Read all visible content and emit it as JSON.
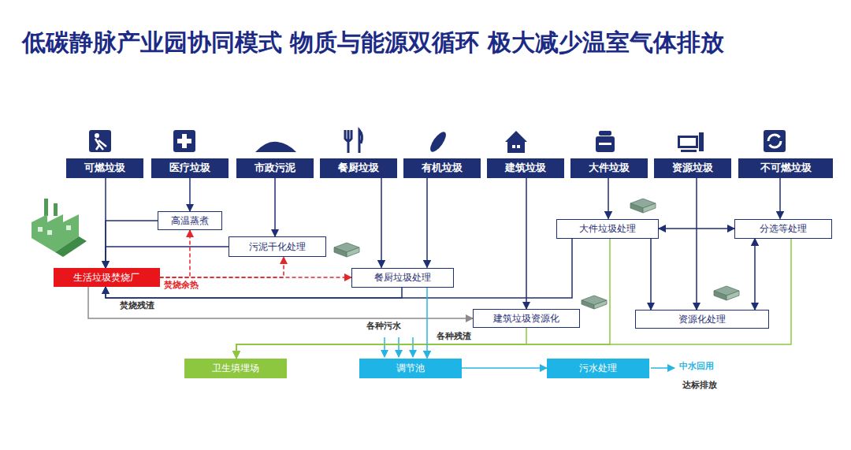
{
  "diagram": {
    "title": "低碳静脉产业园协同模式 物质与能源双循环 极大减少温室气体排放",
    "nodes": [
      {
        "text": [
          "可燃垃圾"
        ]
      },
      {
        "text": [
          "医疗垃圾"
        ]
      },
      {
        "text": [
          "市政污泥"
        ]
      },
      {
        "text": [
          "餐厨垃圾"
        ]
      },
      {
        "text": [
          "有机垃圾"
        ]
      },
      {
        "text": [
          "建筑垃圾"
        ]
      },
      {
        "text": [
          "大件垃圾"
        ]
      },
      {
        "text": [
          "资源垃圾"
        ]
      },
      {
        "text": [
          "不可燃垃圾"
        ]
      },
      {
        "text": [
          "高温蒸煮"
        ]
      },
      {
        "text": [
          "污泥干化处理"
        ]
      },
      {
        "text": [
          "生活垃圾焚烧厂"
        ]
      },
      {
        "text": [
          "餐厨垃圾处理"
        ]
      },
      {
        "text": [
          "大件垃圾处理"
        ]
      },
      {
        "text": [
          "分选等处理"
        ]
      },
      {
        "text": [
          "建筑垃圾资源化"
        ]
      },
      {
        "text": [
          "资源化处理"
        ]
      },
      {
        "text": [
          "卫生填埋场"
        ]
      },
      {
        "text": [
          "调节池"
        ]
      },
      {
        "text": [
          "污水处理"
        ]
      }
    ],
    "edges": [
      {
        "from": 0,
        "to": 11,
        "arrow": "to"
      },
      {
        "from": 1,
        "to": 9,
        "arrow": "to"
      },
      {
        "from": 9,
        "to": 11,
        "arrow": "to"
      },
      {
        "from": 2,
        "to": 10,
        "arrow": "to"
      },
      {
        "from": 10,
        "to": 11,
        "arrow": "to"
      },
      {
        "from": 11,
        "to": 9,
        "arrow": "to"
      },
      {
        "from": 11,
        "to": 10,
        "arrow": "to"
      },
      {
        "from": 11,
        "to": 12,
        "arrow": "to",
        "label": "焚烧余热"
      },
      {
        "from": 3,
        "to": 12,
        "arrow": "to"
      },
      {
        "from": 4,
        "to": 12,
        "arrow": "to"
      },
      {
        "from": 12,
        "to": 11,
        "arrow": "to"
      },
      {
        "from": 13,
        "to": 11,
        "arrow": "to"
      },
      {
        "from": 11,
        "to": 15,
        "arrow": "to",
        "label": "焚烧残渣"
      },
      {
        "from": 5,
        "to": 15,
        "arrow": "to"
      },
      {
        "from": 6,
        "to": 13,
        "arrow": "to"
      },
      {
        "from": 13,
        "to": 14,
        "arrow": "both"
      },
      {
        "from": 8,
        "to": 14,
        "arrow": "to"
      },
      {
        "from": 13,
        "to": 16,
        "arrow": "to"
      },
      {
        "from": 7,
        "to": 16,
        "arrow": "to"
      },
      {
        "from": 14,
        "to": 16,
        "arrow": "both"
      },
      {
        "from": 15,
        "to": 17,
        "arrow": "to",
        "label": "各种残渣"
      },
      {
        "from": 13,
        "to": 17,
        "arrow": "to"
      },
      {
        "from": 14,
        "to": 17,
        "arrow": "to"
      },
      {
        "from": 12,
        "to": 18,
        "arrow": "to"
      },
      {
        "from": 18,
        "to": 19,
        "arrow": "to"
      }
    ],
    "labels": [
      "各种污水",
      "中水回用",
      "达标排放"
    ]
  }
}
